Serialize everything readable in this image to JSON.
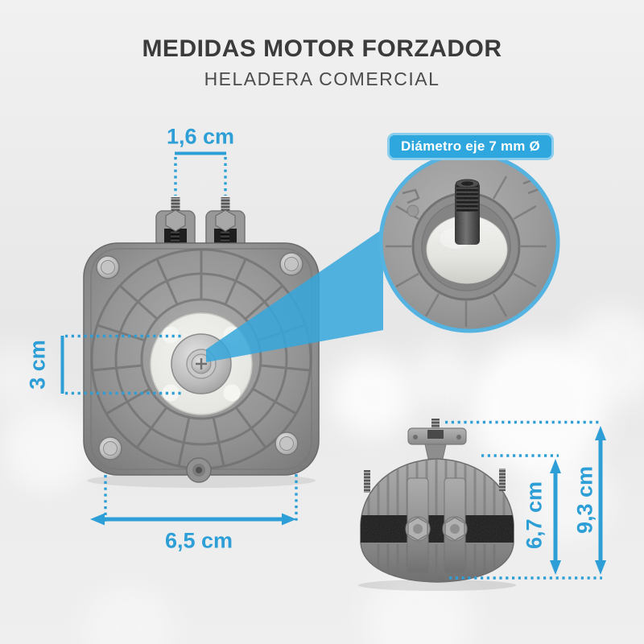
{
  "header": {
    "title": "MEDIDAS MOTOR FORZADOR",
    "subtitle": "HELADERA COMERCIAL"
  },
  "callout": {
    "shaft_diameter_label": "Diámetro eje 7 mm Ø"
  },
  "measurements": {
    "stud_spacing": "1,6 cm",
    "hub_diameter": "3 cm",
    "body_width": "6,5 cm",
    "body_height": "6,7 cm",
    "total_height": "9,3 cm"
  },
  "colors": {
    "accent_blue": "#2d9fd6",
    "badge_fill": "#2ea6de",
    "badge_border": "#8bcdec",
    "title_gray": "#3b3b3b"
  }
}
